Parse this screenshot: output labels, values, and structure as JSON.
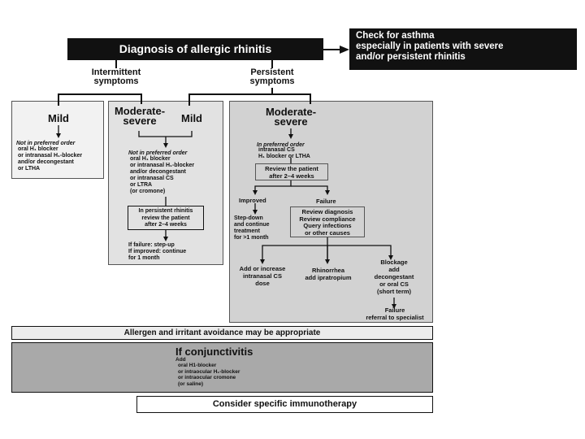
{
  "title": "Diagnosis of allergic rhinitis",
  "asthma_note": "Check for asthma\nespecially in patients with severe\nand/or persistent rhinitis",
  "intermittent": "Intermittent\nsymptoms",
  "persistent": "Persistent\nsymptoms",
  "mild_box": {
    "heading": "Mild",
    "order": "Not in preferred order",
    "items": "oral H₁ blocker\nor intranasal H₁-blocker\nand/or decongestant\nor LTHA"
  },
  "middle_box": {
    "heading_mod": "Moderate-\nsevere",
    "heading_mild": "Mild",
    "order": "Not in preferred order",
    "items": "oral H₁ blocker\nor intranasal H₁-blocker\nand/or decongestant\nor intranasal CS\nor LTRA\n(or cromone)",
    "review": "In persistent rhinitis\nreview the patient\nafter 2–4 weeks",
    "outcome": "If failure: step-up\nIf improved: continue\nfor 1 month"
  },
  "right_box": {
    "heading": "Moderate-\nsevere",
    "order": "In preferred order",
    "items": "intranasal CS\nH₁ blocker or LTHA",
    "review": "Review the patient\nafter 2–4 weeks",
    "improved": "Improved",
    "stepdown": "Step-down\nand continue\ntreatment\nfor >1 month",
    "failure": "Failure",
    "review_dx": "Review diagnosis\nReview compliance\nQuery infections\nor other causes",
    "add_cs": "Add or increase\nintranasal CS\ndose",
    "rhinorrhea": "Rhinorrhea\nadd ipratropium",
    "blockage": "Blockage\nadd\ndecongestant\nor oral CS\n(short term)",
    "referral": "Failure\nreferral to specialist"
  },
  "avoidance": "Allergen and irritant avoidance may be appropriate",
  "conjunctivitis": {
    "heading": "If conjunctivitis",
    "add": "Add",
    "items": "oral H1-blocker\nor intraocular H₁-blocker\nor intraocular cromone\n(or saline)"
  },
  "immunotherapy": "Consider specific immunotherapy",
  "colors": {
    "dark": "#111111",
    "mild_bg": "#f2f2f2",
    "middle_bg": "#e2e2e2",
    "right_bg": "#d2d2d2",
    "conj_bg": "#a9a9a9"
  }
}
